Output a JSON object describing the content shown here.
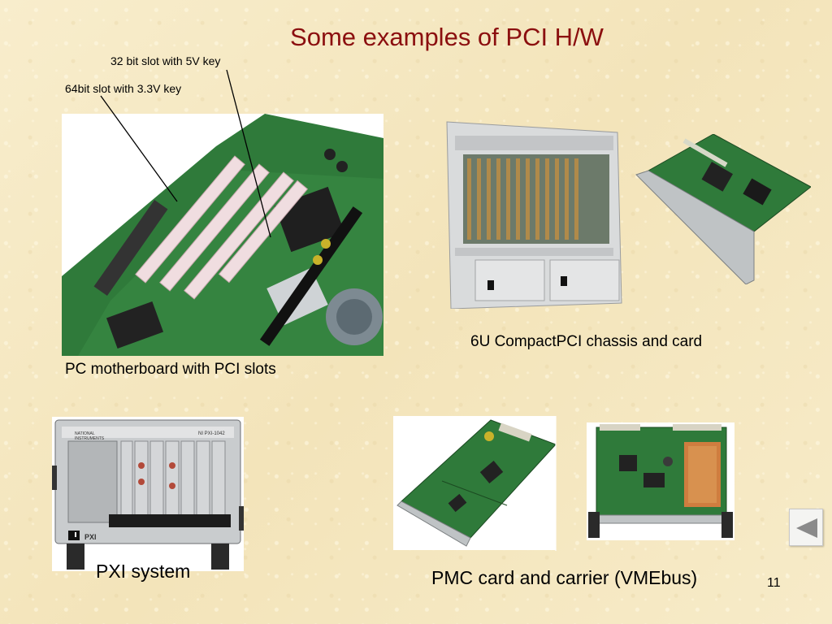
{
  "slide": {
    "title": "Some examples of PCI H/W",
    "page_number": "11"
  },
  "annotations": {
    "slot_32bit": "32 bit slot with 5V key",
    "slot_64bit": "64bit slot with 3.3V key"
  },
  "captions": {
    "motherboard": "PC motherboard with PCI slots",
    "compactpci": "6U CompactPCI chassis and card",
    "pxi": "PXI system",
    "pmc": "PMC card and carrier (VMEbus)"
  },
  "pxi_panel": {
    "brand_line1": "NATIONAL",
    "brand_line2": "INSTRUMENTS",
    "model": "NI PXI-1042",
    "badge": "PXI"
  },
  "navigation": {
    "back_icon": "triangle-left-icon"
  },
  "colors": {
    "title": "#8b0f0f",
    "background": "#f6e9c4",
    "pcb_green": "#2f7a3a"
  }
}
